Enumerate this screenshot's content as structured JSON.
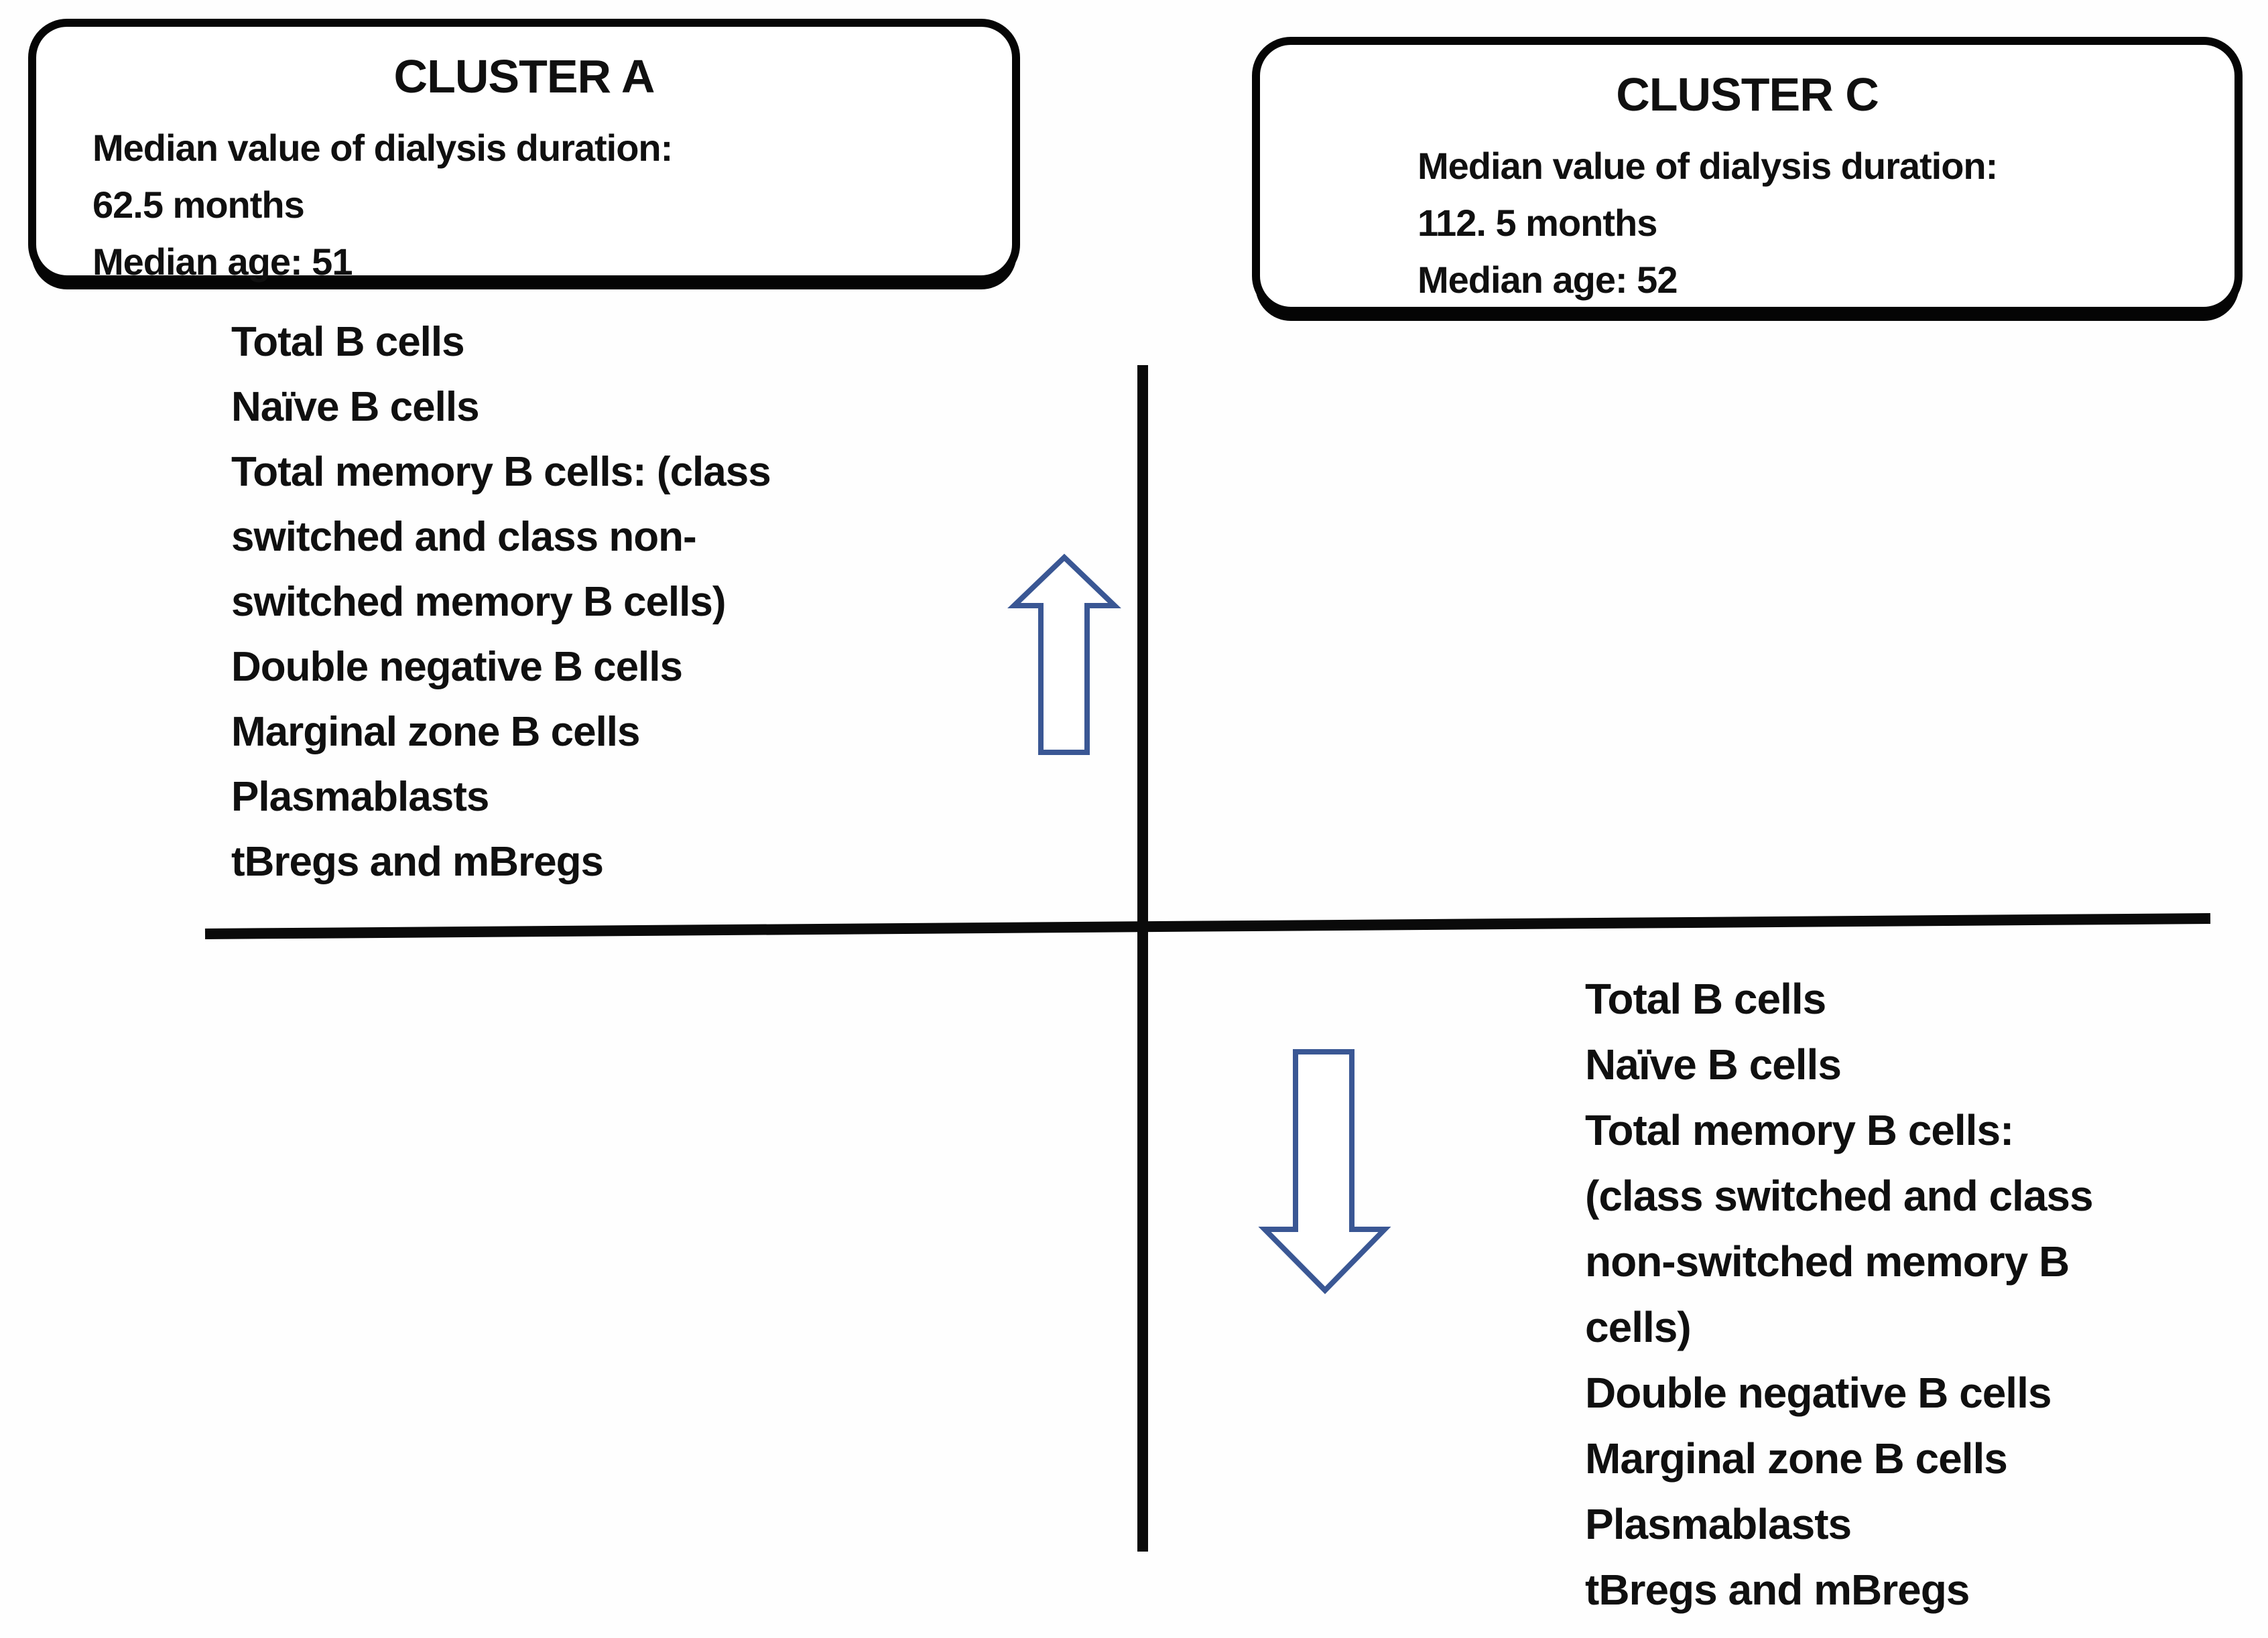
{
  "figure": {
    "kind": "quadrant-diagram",
    "colors": {
      "line": "#0a0a0a",
      "text": "#101010",
      "arrow_outline": "#3a5794",
      "arrow_fill": "#ffffff",
      "background": "#fefefe"
    },
    "icons": {
      "increased": "up-arrow-icon",
      "decreased": "down-arrow-icon"
    },
    "cluster_a": {
      "title": "CLUSTER A",
      "lines": [
        "Median value of dialysis duration:",
        "62.5 months",
        "Median age: 51"
      ]
    },
    "cluster_c": {
      "title": "CLUSTER C",
      "lines": [
        "Median value of dialysis duration:",
        "112. 5 months",
        "Median age: 52"
      ]
    },
    "increased_panel": {
      "direction": "up",
      "lines": [
        "Total B cells",
        "Naïve B cells",
        "Total memory B cells: (class",
        "switched and class non-",
        "switched memory B cells)",
        "Double negative B cells",
        "Marginal zone B cells",
        "Plasmablasts",
        "tBregs and mBregs"
      ]
    },
    "decreased_panel": {
      "direction": "down",
      "lines": [
        "Total B cells",
        "Naïve B cells",
        "Total memory B cells:",
        "(class switched and class",
        "non-switched memory B",
        "cells)",
        "Double negative B cells",
        "Marginal zone B cells",
        "Plasmablasts",
        "tBregs and mBregs"
      ]
    }
  }
}
